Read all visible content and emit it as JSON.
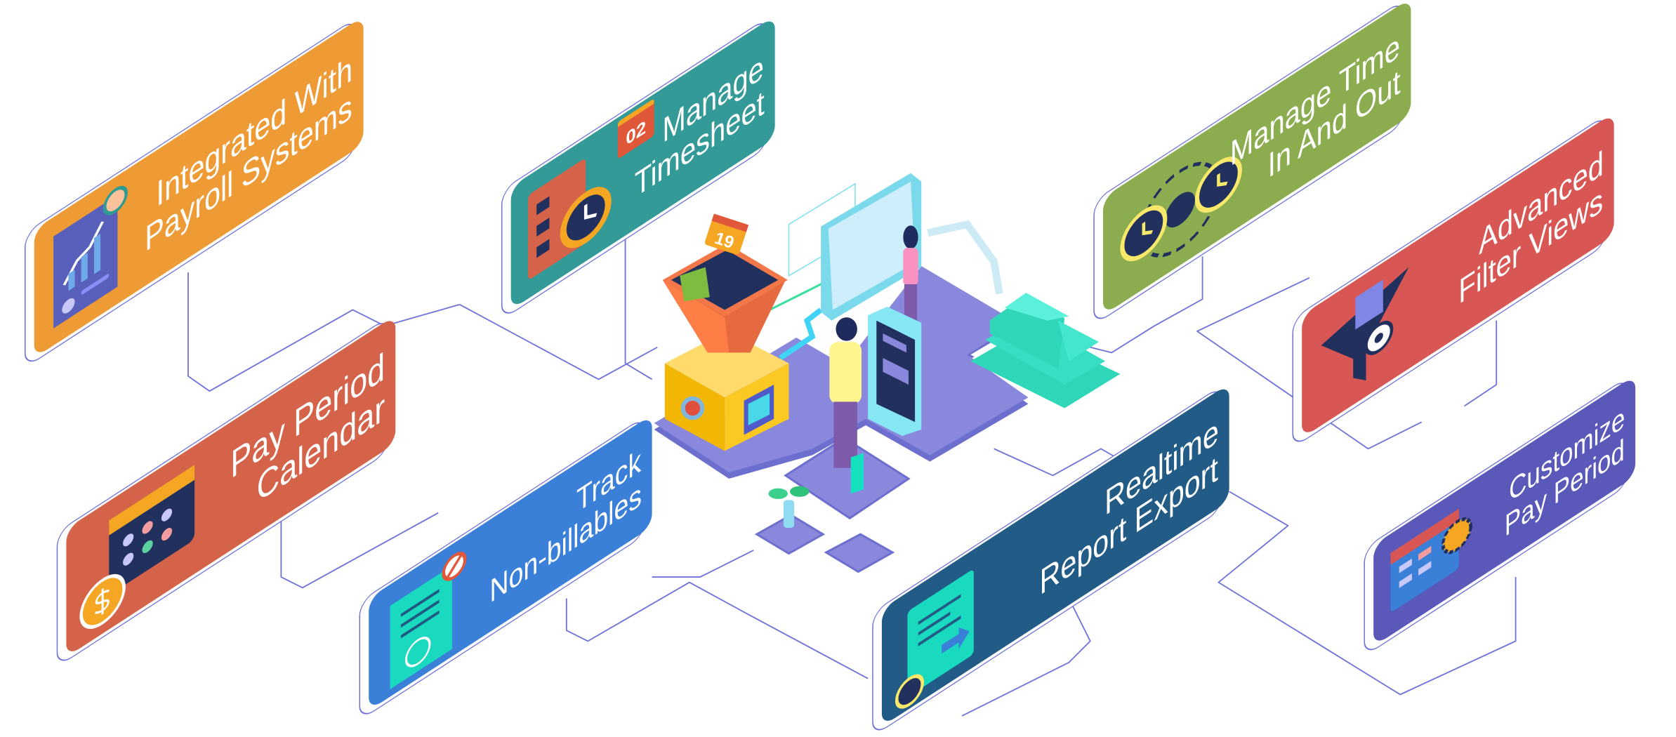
{
  "cards": [
    {
      "id": "payroll",
      "lines": [
        "Integrated With",
        "Payroll Systems"
      ],
      "color": "#EE9A35",
      "icon": "payroll-report-icon"
    },
    {
      "id": "timesheet",
      "lines": [
        "Manage",
        "Timesheet"
      ],
      "color": "#339A97",
      "icon": "timesheet-clock-icon",
      "badge": "02"
    },
    {
      "id": "time-in-out",
      "lines": [
        "Manage Time",
        "In And Out"
      ],
      "color": "#8CAD4F",
      "icon": "clock-cycle-icon"
    },
    {
      "id": "filter",
      "lines": [
        "Advanced",
        "Filter Views"
      ],
      "color": "#D85653",
      "icon": "filter-funnel-icon"
    },
    {
      "id": "pay-calendar",
      "lines": [
        "Pay Period",
        "Calendar"
      ],
      "color": "#D4634A",
      "icon": "calendar-coin-icon"
    },
    {
      "id": "non-billables",
      "lines": [
        "Track",
        "Non-billables"
      ],
      "color": "#3A7FD8",
      "icon": "invoice-icon"
    },
    {
      "id": "report-export",
      "lines": [
        "Realtime",
        "Report Export"
      ],
      "color": "#215B86",
      "icon": "report-export-icon"
    },
    {
      "id": "custom-pay",
      "lines": [
        "Customize",
        "Pay Period"
      ],
      "color": "#5A58B8",
      "icon": "calendar-settings-icon"
    }
  ],
  "illustration": {
    "calendar_day": "19"
  },
  "colors": {
    "connector": "#6F72D8",
    "platform": "#8888DC"
  }
}
